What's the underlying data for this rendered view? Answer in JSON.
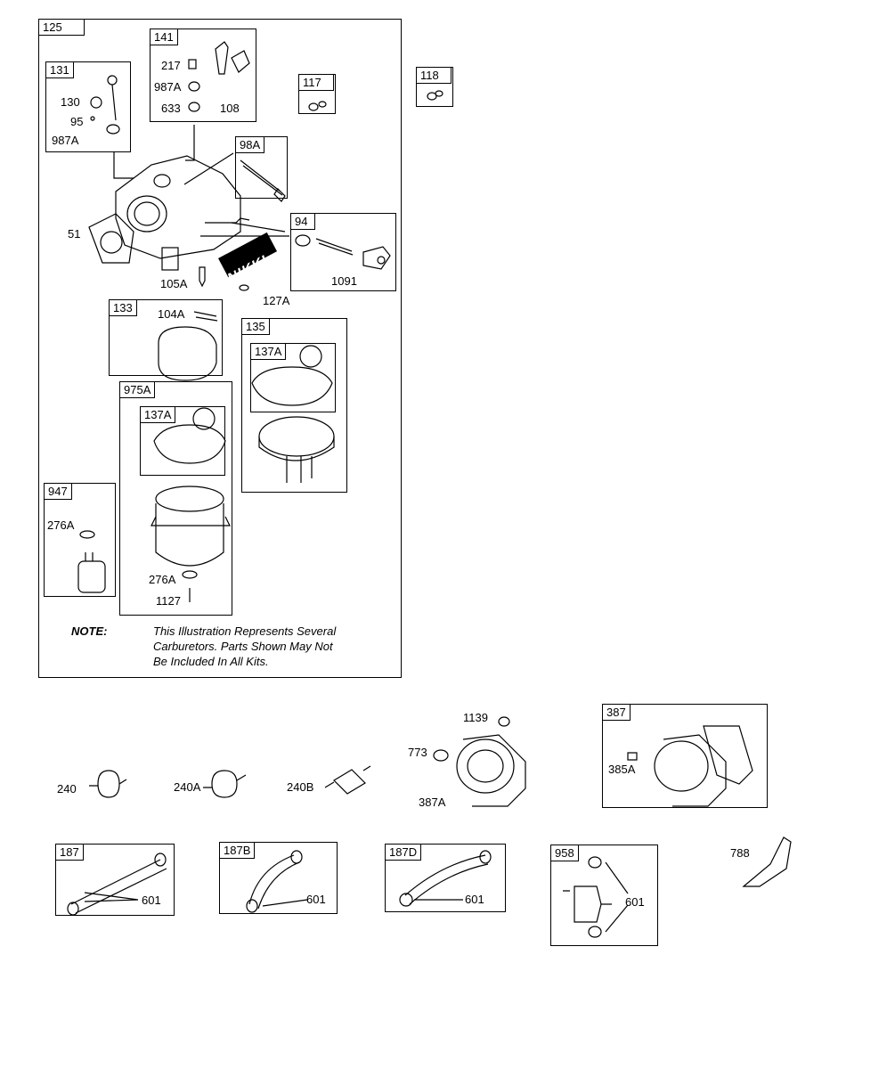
{
  "kits": {
    "k125": "125",
    "k141": "141",
    "k131": "131",
    "k117": "117",
    "k118": "118",
    "k98a": "98A",
    "k94": "94",
    "k133": "133",
    "k135": "135",
    "k137a_1": "137A",
    "k975a": "975A",
    "k137a_2": "137A",
    "k947": "947",
    "k387": "387",
    "k187": "187",
    "k187b": "187B",
    "k187d": "187D",
    "k958": "958"
  },
  "parts": {
    "p217": "217",
    "p987a_1": "987A",
    "p633": "633",
    "p108": "108",
    "p130": "130",
    "p95": "95",
    "p987a_2": "987A",
    "p51": "51",
    "p105a": "105A",
    "p127a": "127A",
    "p1091": "1091",
    "p104a": "104A",
    "p276a_1": "276A",
    "p276a_2": "276A",
    "p1127": "1127",
    "p240": "240",
    "p240a": "240A",
    "p240b": "240B",
    "p1139": "1139",
    "p773": "773",
    "p387a": "387A",
    "p385a": "385A",
    "p601_1": "601",
    "p601_2": "601",
    "p601_3": "601",
    "p601_4": "601",
    "p788": "788"
  },
  "brand": "NIKKI",
  "note": {
    "label": "NOTE:",
    "line1": "This Illustration Represents Several",
    "line2": "Carburetors. Parts Shown May Not",
    "line3": "Be Included In All Kits."
  }
}
